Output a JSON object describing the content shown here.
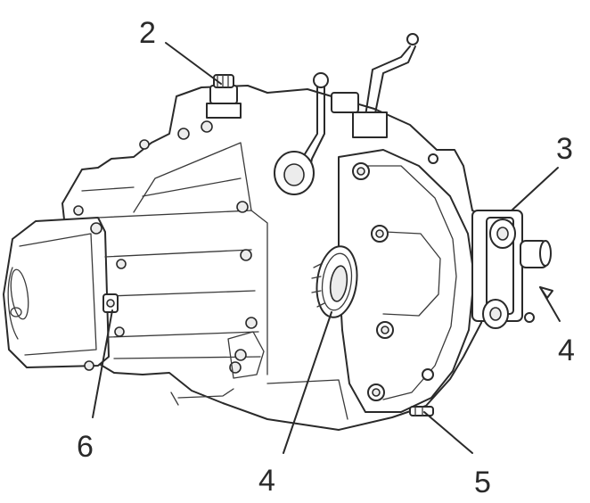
{
  "callouts": {
    "label_2": "2",
    "label_3": "3",
    "label_4_right": "4",
    "label_4_bottom": "4",
    "label_5": "5",
    "label_6": "6"
  },
  "colors": {
    "line": "#2a2a2a",
    "background": "#ffffff"
  }
}
